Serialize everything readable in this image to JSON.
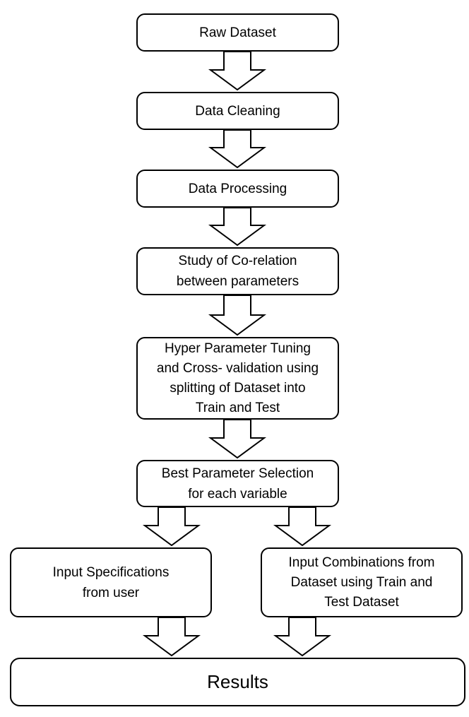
{
  "flowchart": {
    "raw_dataset": "Raw Dataset",
    "data_cleaning": "Data Cleaning",
    "data_processing": "Data Processing",
    "correlation_study": "Study of Co-relation\nbetween parameters",
    "hyper_parameter_tuning": "Hyper Parameter Tuning\nand Cross- validation using\nsplitting of Dataset into\nTrain and Test",
    "best_parameter_selection": "Best Parameter Selection\nfor each variable",
    "input_specifications": "Input Specifications\nfrom user",
    "input_combinations": "Input Combinations from\nDataset using Train and\nTest Dataset",
    "results": "Results"
  }
}
